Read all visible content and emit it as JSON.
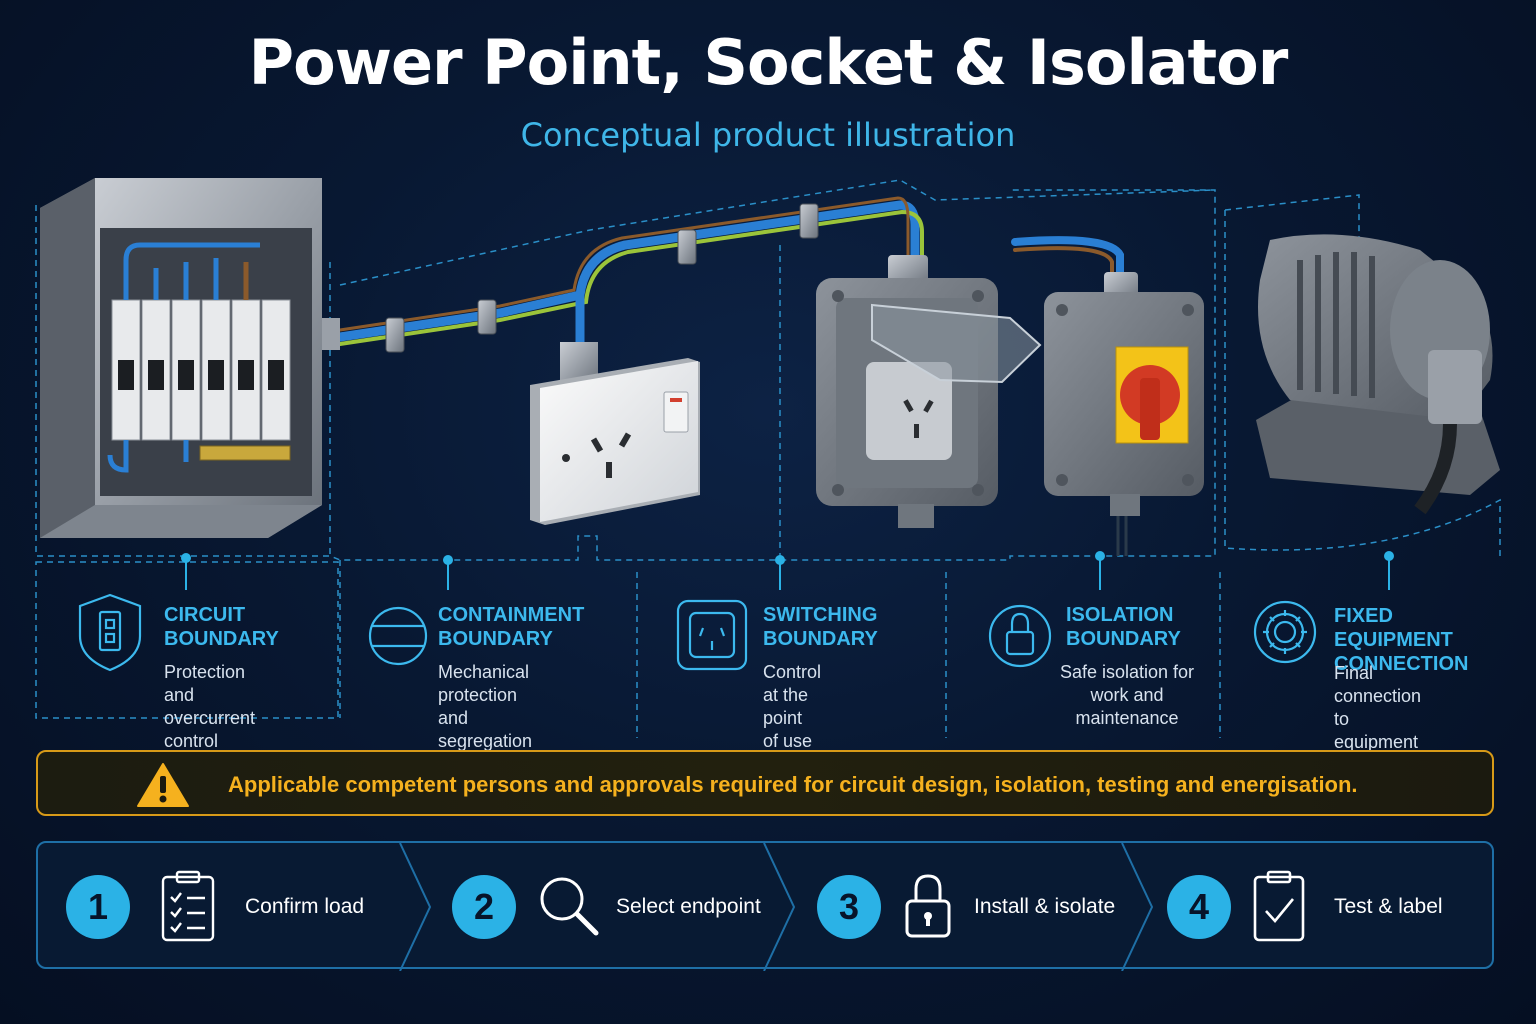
{
  "header": {
    "title": "Power Point, Socket & Isolator",
    "subtitle": "Conceptual product illustration"
  },
  "colors": {
    "background": "#07142a",
    "accent": "#3cb9ee",
    "warning": "#f5b11e",
    "cable_blue": "#2a7fd4",
    "cable_earth": "#9bc43a"
  },
  "boundaries": [
    {
      "icon": "shield-breaker-icon",
      "title_line1": "CIRCUIT",
      "title_line2": "BOUNDARY",
      "desc_line1": "Protection and",
      "desc_line2": "overcurrent control"
    },
    {
      "icon": "conduit-icon",
      "title_line1": "CONTAINMENT",
      "title_line2": "BOUNDARY",
      "desc_line1": "Mechanical protection",
      "desc_line2": "and segregation"
    },
    {
      "icon": "socket-outlet-icon",
      "title_line1": "SWITCHING",
      "title_line2": "BOUNDARY",
      "desc_line1": "Control at the",
      "desc_line2": "point of use"
    },
    {
      "icon": "padlock-icon",
      "title_line1": "ISOLATION",
      "title_line2": "BOUNDARY",
      "desc_line1": "Safe isolation for",
      "desc_line2": "work and maintenance"
    },
    {
      "icon": "gear-icon",
      "title_line1": "FIXED EQUIPMENT",
      "title_line2": "CONNECTION",
      "desc_line1": "Final connection to",
      "desc_line2": "equipment or load"
    }
  ],
  "warning": {
    "icon": "warning-triangle-icon",
    "text": "Applicable competent persons and approvals required for circuit design, isolation, testing and energisation."
  },
  "steps": [
    {
      "number": "1",
      "icon": "clipboard-checklist-icon",
      "label": "Confirm load"
    },
    {
      "number": "2",
      "icon": "magnifier-icon",
      "label": "Select endpoint"
    },
    {
      "number": "3",
      "icon": "padlock-icon",
      "label": "Install & isolate"
    },
    {
      "number": "4",
      "icon": "clipboard-check-icon",
      "label": "Test & label"
    }
  ]
}
